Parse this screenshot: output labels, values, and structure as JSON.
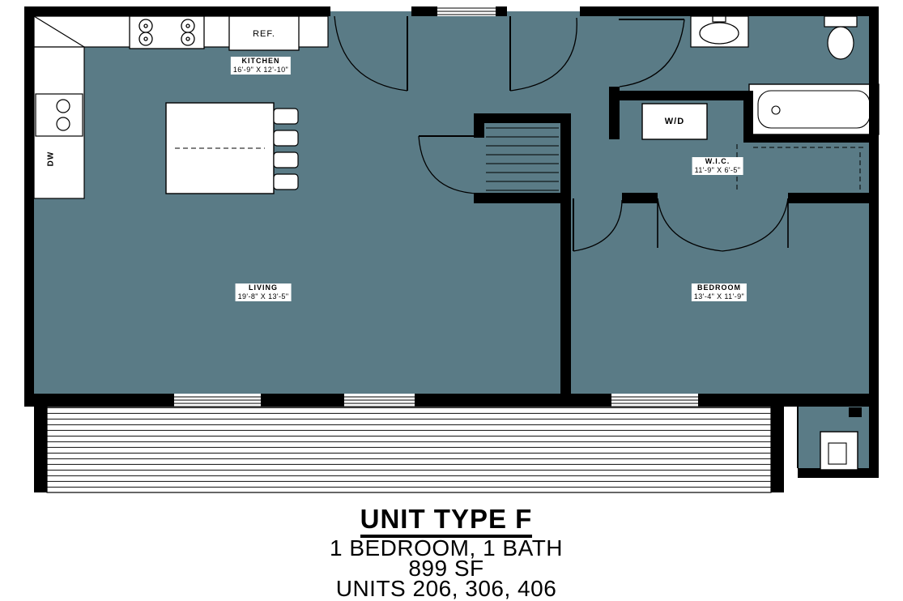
{
  "floorplan": {
    "rooms": {
      "kitchen": {
        "name": "KITCHEN",
        "dims": "16'-9\" X 12'-10\""
      },
      "living": {
        "name": "LIVING",
        "dims": "19'-8\" X 13'-5\""
      },
      "bedroom": {
        "name": "BEDROOM",
        "dims": "13'-4\" X 11'-9\""
      },
      "wic": {
        "name": "W.I.C.",
        "dims": "11'-9\" X 6'-5\""
      }
    },
    "fixtures": {
      "refrigerator": "REF.",
      "washer_dryer": "W/D",
      "dishwasher": "DW"
    }
  },
  "title_block": {
    "unit_type": "UNIT TYPE F",
    "configuration": "1 BEDROOM, 1 BATH",
    "area": "899 SF",
    "units": "UNITS 206, 306, 406"
  },
  "colors": {
    "floor_fill": "#5a7b86",
    "wall": "#000000",
    "fixture_fill": "#ffffff"
  }
}
